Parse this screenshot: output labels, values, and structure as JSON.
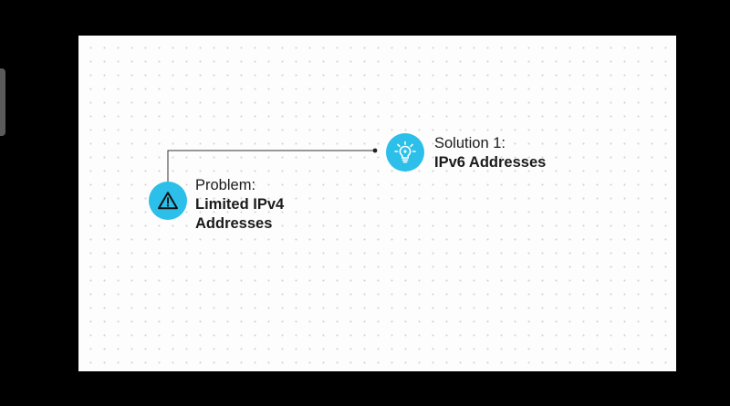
{
  "diagram": {
    "problem": {
      "kicker": "Problem:",
      "headline_line1": "Limited IPv4",
      "headline_line2": "Addresses",
      "icon": "warning-triangle-icon"
    },
    "solution": {
      "kicker": "Solution 1:",
      "headline": "IPv6 Addresses",
      "icon": "lightbulb-icon"
    },
    "colors": {
      "node_fill": "#2bbfe9",
      "connector": "#333333",
      "text": "#1b1b1b",
      "canvas": "#fdfdfd",
      "background": "#000000"
    }
  }
}
